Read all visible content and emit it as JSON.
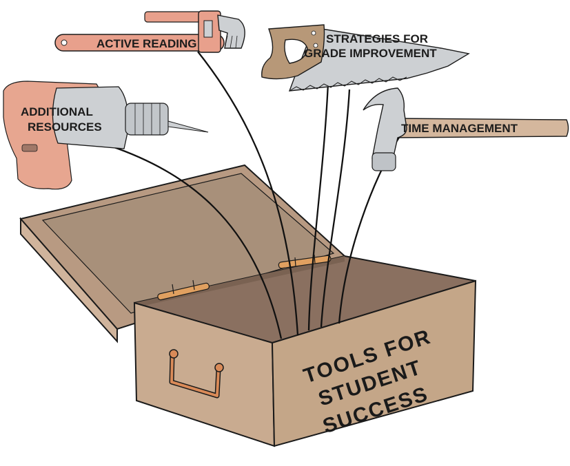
{
  "colors": {
    "box_front": "#c9ab90",
    "box_side": "#a88a72",
    "box_inside": "#8a7060",
    "box_outline": "#1a1a1a",
    "wrench": "#e8a08c",
    "drill_body": "#e7a690",
    "metal": "#cdd0d3",
    "saw_handle": "#b79878",
    "hammer_handle": "#d4b79d",
    "hinge": "#e0a060",
    "handle": "#d98a58"
  },
  "tools": {
    "active_reading": {
      "label": "ACTIVE READING",
      "icon": "pipe-wrench-icon"
    },
    "strategies": {
      "label_line1": "STRATEGIES FOR",
      "label_line2": "GRADE IMPROVEMENT",
      "icon": "hand-saw-icon"
    },
    "time_management": {
      "label": "TIME MANAGEMENT",
      "icon": "hammer-icon"
    },
    "additional_resources": {
      "label_line1": "ADDITIONAL",
      "label_line2": "RESOURCES",
      "icon": "power-drill-icon"
    }
  },
  "toolbox": {
    "icon": "toolbox-icon",
    "line1": "TOOLS FOR",
    "line2": "STUDENT",
    "line3": "SUCCESS"
  }
}
